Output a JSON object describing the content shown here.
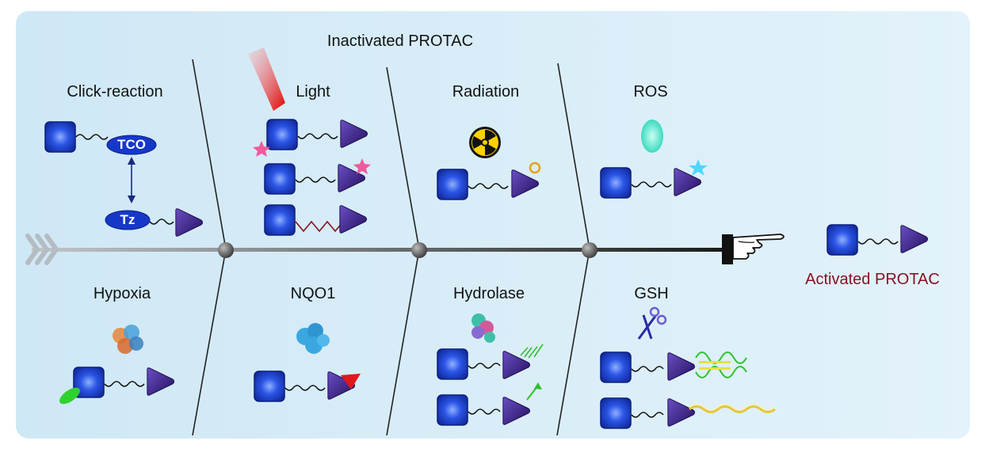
{
  "header": {
    "title": "Inactivated PROTAC"
  },
  "result": {
    "label": "Activated PROTAC"
  },
  "sections_top": [
    {
      "id": "click",
      "label": "Click-reaction"
    },
    {
      "id": "light",
      "label": "Light"
    },
    {
      "id": "radiation",
      "label": "Radiation"
    },
    {
      "id": "ros",
      "label": "ROS"
    }
  ],
  "sections_bottom": [
    {
      "id": "hypoxia",
      "label": "Hypoxia"
    },
    {
      "id": "nqo1",
      "label": "NQO1"
    },
    {
      "id": "hydrolase",
      "label": "Hydrolase"
    },
    {
      "id": "gsh",
      "label": "GSH"
    }
  ],
  "click_tags": {
    "tco": "TCO",
    "tz": "Tz"
  },
  "colors": {
    "background": "#d9eef9",
    "protac_square": "#1f44d6",
    "protac_triangle": "#3a1f8a",
    "activated_text": "#8a1020",
    "axis": "#555555"
  },
  "icons": [
    "arrow-tail-icon",
    "pointing-hand-icon",
    "radiation-icon",
    "scissors-icon",
    "protein-icon",
    "light-beam-icon"
  ]
}
